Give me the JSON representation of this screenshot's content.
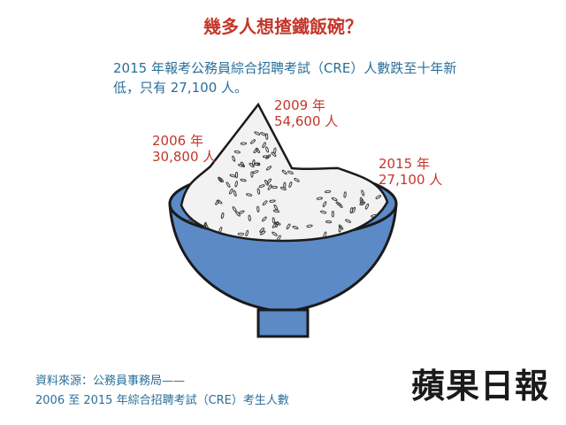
{
  "title": "幾多人想揸鐵飯碗？",
  "subtitle": "2015 年報考公務員綜合招聘考試（CRE）人數跌至十年新低，只有 27,100 人。",
  "chart_data": {
    "type": "bar",
    "categories": [
      "2006 年",
      "2009 年",
      "2015 年"
    ],
    "values": [
      30800,
      54600,
      27100
    ],
    "value_labels": [
      "30,800 人",
      "54,600 人",
      "27,100 人"
    ],
    "unit": "人",
    "colors": {
      "bowl": "#5b8ac6",
      "bowl_outline": "#1a1a1a",
      "rice": "#f2f2f2",
      "label": "#c3372b"
    }
  },
  "source": {
    "line1": "資料來源：公務員事務局——",
    "line2": "2006 至 2015 年綜合招聘考試（CRE）考生人數"
  },
  "brand": "蘋果日報"
}
